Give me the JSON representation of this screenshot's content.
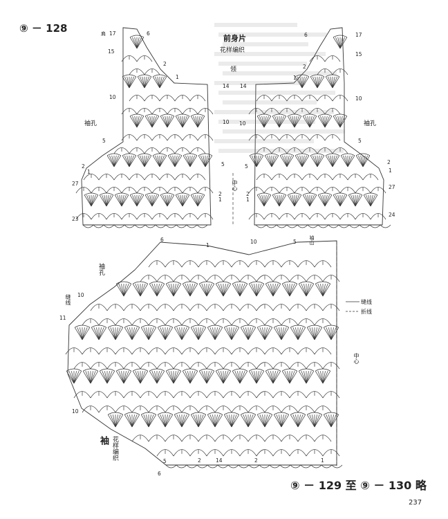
{
  "header": {
    "number": "⑨ － 128"
  },
  "front": {
    "title": "前身片",
    "subtitle": "花样编织",
    "neck": "领",
    "left_armhole": "袖孔",
    "right_armhole": "袖孔",
    "shoulder": "肩",
    "center_label": "中心",
    "labels_left": [
      "17",
      "6",
      "15",
      "2",
      "1",
      "14",
      "10",
      "10",
      "5",
      "5",
      "2",
      "1",
      "27",
      "23",
      "2",
      "1"
    ],
    "labels_right": [
      "17",
      "6",
      "15",
      "2",
      "1",
      "14",
      "10",
      "10",
      "5",
      "5",
      "2",
      "1",
      "27",
      "24",
      "2",
      "1"
    ]
  },
  "sleeve": {
    "title": "袖",
    "subtitle": "花样编织",
    "armhole": "袖孔",
    "sew_line": "缝线",
    "cap_line": "袖山",
    "center": "中心",
    "legend_cut": "缝线",
    "legend_fold": "折线",
    "labels": [
      "6",
      "1",
      "10",
      "5",
      "10",
      "11",
      "10",
      "5",
      "2",
      "14",
      "2",
      "6",
      "1"
    ]
  },
  "footer": {
    "note": "⑨ － 129 至 ⑨ － 130 略",
    "page": "237"
  }
}
